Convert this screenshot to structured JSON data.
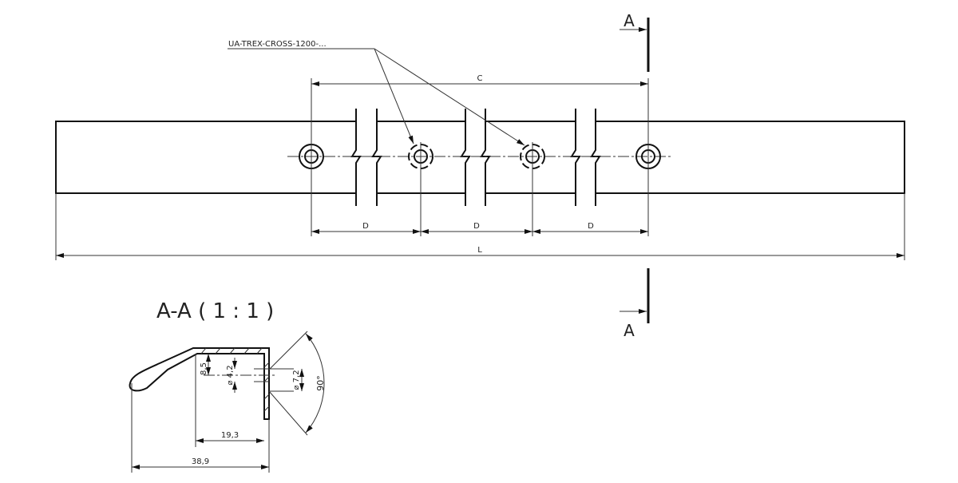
{
  "drawing": {
    "part_callout": "UA-TREX-CROSS-1200-...",
    "dimensions": {
      "C": "C",
      "D": "D",
      "L": "L"
    },
    "section_marker": "A",
    "section_view": {
      "title": "A-A ( 1 : 1 )",
      "dim_height": "8,5",
      "dim_hole_small": "⌀ 4,2",
      "dim_hole_large": "⌀ 7,2",
      "dim_angle": "90°",
      "dim_inner_width": "19,3",
      "dim_overall_width": "38,9"
    }
  }
}
